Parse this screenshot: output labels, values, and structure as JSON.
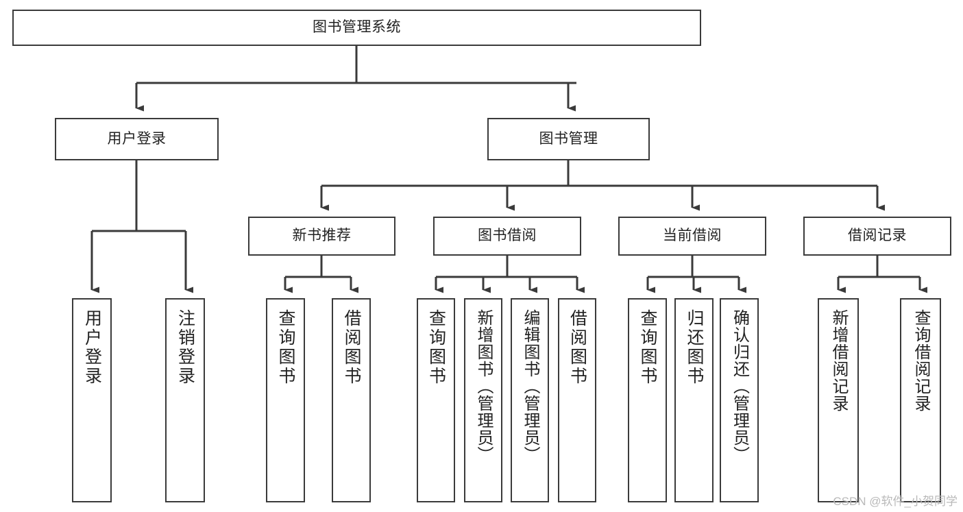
{
  "diagram": {
    "type": "tree-hierarchy-chart",
    "title": "图书管理系统",
    "stroke_color": "#3a3a3a",
    "background_color": "#ffffff",
    "text_color": "#222222",
    "watermark": "CSDN @软件_小贺同学",
    "levels": {
      "root": {
        "label": "图书管理系统"
      },
      "level1": [
        {
          "label": "用户登录"
        },
        {
          "label": "图书管理"
        }
      ],
      "level2": [
        {
          "label": "新书推荐"
        },
        {
          "label": "图书借阅"
        },
        {
          "label": "当前借阅"
        },
        {
          "label": "借阅记录"
        }
      ],
      "leaves": {
        "user_login": [
          {
            "label": "用户登录"
          },
          {
            "label": "注销登录"
          }
        ],
        "new_book_recommend": [
          {
            "label": "查询图书"
          },
          {
            "label": "借阅图书"
          }
        ],
        "book_borrow": [
          {
            "label": "查询图书"
          },
          {
            "label": "新增图书（管理员）"
          },
          {
            "label": "编辑图书（管理员）"
          },
          {
            "label": "借阅图书"
          }
        ],
        "current_borrow": [
          {
            "label": "查询图书"
          },
          {
            "label": "归还图书"
          },
          {
            "label": "确认归还（管理员）"
          }
        ],
        "borrow_record": [
          {
            "label": "新增借阅记录"
          },
          {
            "label": "查询借阅记录"
          }
        ]
      }
    }
  }
}
